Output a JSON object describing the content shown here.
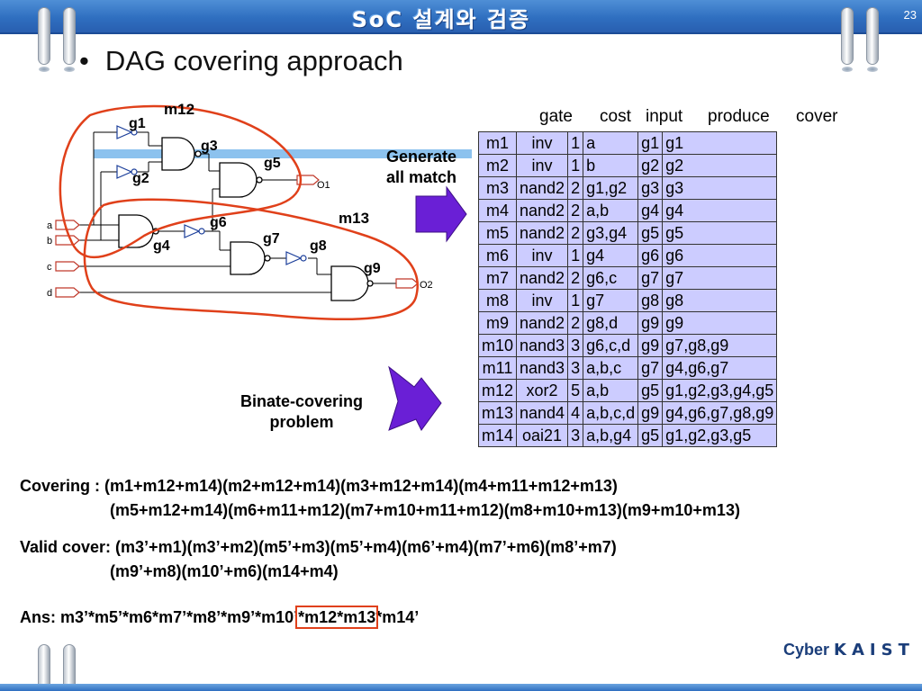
{
  "header": {
    "title": "SoC 설계와 검증",
    "page_number": "23"
  },
  "slide": {
    "bullet": "•",
    "heading": "DAG covering approach"
  },
  "circuit": {
    "inputs": [
      "a",
      "b",
      "c",
      "d"
    ],
    "outputs": [
      "O1",
      "O2"
    ],
    "gates": [
      "g1",
      "g2",
      "g3",
      "g4",
      "g5",
      "g6",
      "g7",
      "g8",
      "g9"
    ],
    "groups": [
      "m12",
      "m13"
    ]
  },
  "labels": {
    "generate_line1": "Generate",
    "generate_line2": "all match",
    "binate_line1": "Binate-covering",
    "binate_line2": "problem"
  },
  "table": {
    "headers": {
      "gate": "gate",
      "cost": "cost",
      "input": "input",
      "produce": "produce",
      "cover": "cover"
    },
    "rows": [
      {
        "m": "m1",
        "gate": "inv",
        "cost": "1",
        "input": "a",
        "produce": "g1",
        "cover": "g1"
      },
      {
        "m": "m2",
        "gate": "inv",
        "cost": "1",
        "input": "b",
        "produce": "g2",
        "cover": "g2"
      },
      {
        "m": "m3",
        "gate": "nand2",
        "cost": "2",
        "input": "g1,g2",
        "produce": "g3",
        "cover": "g3"
      },
      {
        "m": "m4",
        "gate": "nand2",
        "cost": "2",
        "input": "a,b",
        "produce": "g4",
        "cover": "g4"
      },
      {
        "m": "m5",
        "gate": "nand2",
        "cost": "2",
        "input": "g3,g4",
        "produce": "g5",
        "cover": "g5"
      },
      {
        "m": "m6",
        "gate": "inv",
        "cost": "1",
        "input": "g4",
        "produce": "g6",
        "cover": "g6"
      },
      {
        "m": "m7",
        "gate": "nand2",
        "cost": "2",
        "input": "g6,c",
        "produce": "g7",
        "cover": "g7"
      },
      {
        "m": "m8",
        "gate": "inv",
        "cost": "1",
        "input": "g7",
        "produce": "g8",
        "cover": "g8"
      },
      {
        "m": "m9",
        "gate": "nand2",
        "cost": "2",
        "input": "g8,d",
        "produce": "g9",
        "cover": "g9"
      },
      {
        "m": "m10",
        "gate": "nand3",
        "cost": "3",
        "input": "g6,c,d",
        "produce": "g9",
        "cover": "g7,g8,g9"
      },
      {
        "m": "m11",
        "gate": "nand3",
        "cost": "3",
        "input": "a,b,c",
        "produce": "g7",
        "cover": "g4,g6,g7"
      },
      {
        "m": "m12",
        "gate": "xor2",
        "cost": "5",
        "input": "a,b",
        "produce": "g5",
        "cover": "g1,g2,g3,g4,g5"
      },
      {
        "m": "m13",
        "gate": "nand4",
        "cost": "4",
        "input": "a,b,c,d",
        "produce": "g9",
        "cover": "g4,g6,g7,g8,g9"
      },
      {
        "m": "m14",
        "gate": "oai21",
        "cost": "3",
        "input": "a,b,g4",
        "produce": "g5",
        "cover": "g1,g2,g3,g5"
      }
    ]
  },
  "equations": {
    "covering_line1": "Covering : (m1+m12+m14)(m2+m12+m14)(m3+m12+m14)(m4+m11+m12+m13)",
    "covering_line2": "(m5+m12+m14)(m6+m11+m12)(m7+m10+m11+m12)(m8+m10+m13)(m9+m10+m13)",
    "valid_line1": "Valid cover: (m3’+m1)(m3’+m2)(m5’+m3)(m5’+m4)(m6’+m4)(m7’+m6)(m8’+m7)",
    "valid_line2": "(m9’+m8)(m10’+m6)(m14+m4)",
    "ans_prefix": "Ans: m3’*m5’*m6*m7’*m8’*m9’*m10’",
    "ans_highlight": "*m12*m13",
    "ans_suffix": "*m14’"
  },
  "footer": {
    "logo_cyber": "Cyber",
    "logo_kaist": "KAIST"
  },
  "colors": {
    "accent_blue": "#2f6fc0",
    "table_bg": "#ccccff",
    "highlight": "#e0401a",
    "arrow": "#6a1fd6"
  }
}
